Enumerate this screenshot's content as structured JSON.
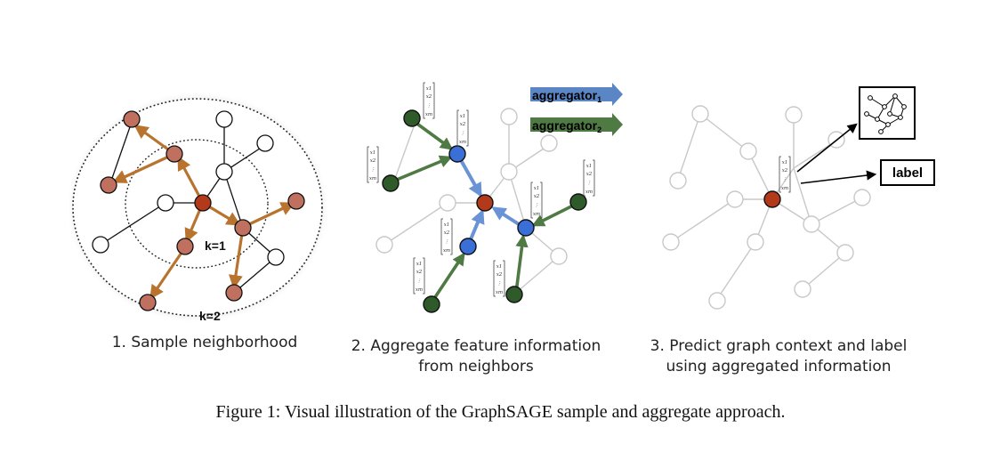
{
  "panel1": {
    "caption": "1. Sample neighborhood",
    "k1_label": "k=1",
    "k2_label": "k=2"
  },
  "panel2": {
    "caption_line1": "2. Aggregate feature information",
    "caption_line2": "from neighbors",
    "aggregator1_label": "aggregator",
    "aggregator1_sub": "1",
    "aggregator2_label": "aggregator",
    "aggregator2_sub": "2",
    "vector_symbols": [
      "x1",
      "x2",
      "⋮",
      "xm"
    ]
  },
  "panel3": {
    "caption_line1": "3. Predict graph context and label",
    "caption_line2": "using aggregated information",
    "label_box": "label"
  },
  "figure_caption": "Figure 1: Visual illustration of the GraphSAGE sample and aggregate approach.",
  "colors": {
    "target_node": "#b23a1a",
    "sampled_node": "#c0705e",
    "aggregator1": "#5b86c6",
    "aggregator2": "#4f7a43",
    "neighbor_blue": "#3a6fd8",
    "neighbor_green": "#2f5a2a",
    "brown_arrow": "#b8742e",
    "gray_edge": "#c8c8c8"
  }
}
